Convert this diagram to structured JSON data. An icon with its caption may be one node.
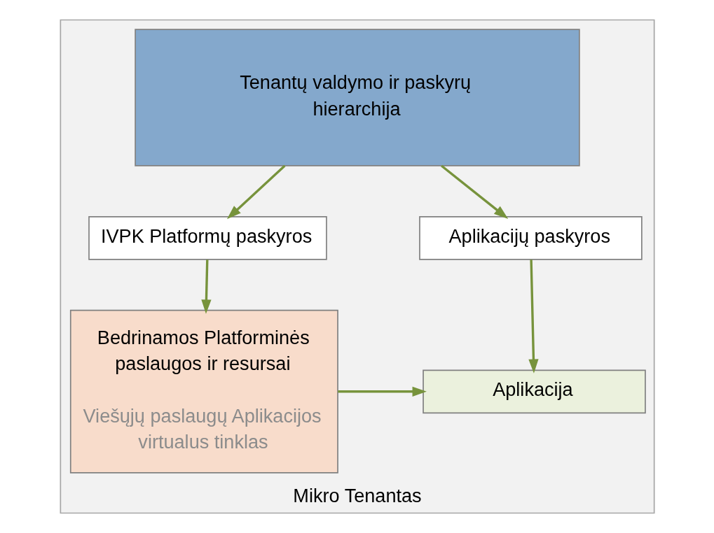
{
  "diagram": {
    "nodes": [
      {
        "text": [
          "Mikro Tenantas"
        ]
      },
      {
        "text": [
          "Tenantų valdymo ir paskyrų hierarchija"
        ],
        "in": 0
      },
      {
        "text": [
          "IVPK Platformų paskyros"
        ],
        "in": 0
      },
      {
        "text": [
          "Aplikacijų paskyros"
        ],
        "in": 0
      },
      {
        "text": [
          "Bedrinamos Platforminės paslaugos ir resursai",
          "Viešųjų paslaugų Aplikacijos virtualus tinklas"
        ],
        "in": 0
      },
      {
        "text": [
          "Aplikacija"
        ],
        "in": 0
      }
    ],
    "edges": [
      {
        "from": 1,
        "to": 2,
        "arrow": "to"
      },
      {
        "from": 1,
        "to": 3,
        "arrow": "to"
      },
      {
        "from": 2,
        "to": 4,
        "arrow": "to"
      },
      {
        "from": 3,
        "to": 5,
        "arrow": "to"
      },
      {
        "from": 4,
        "to": 5,
        "arrow": "to"
      }
    ]
  }
}
